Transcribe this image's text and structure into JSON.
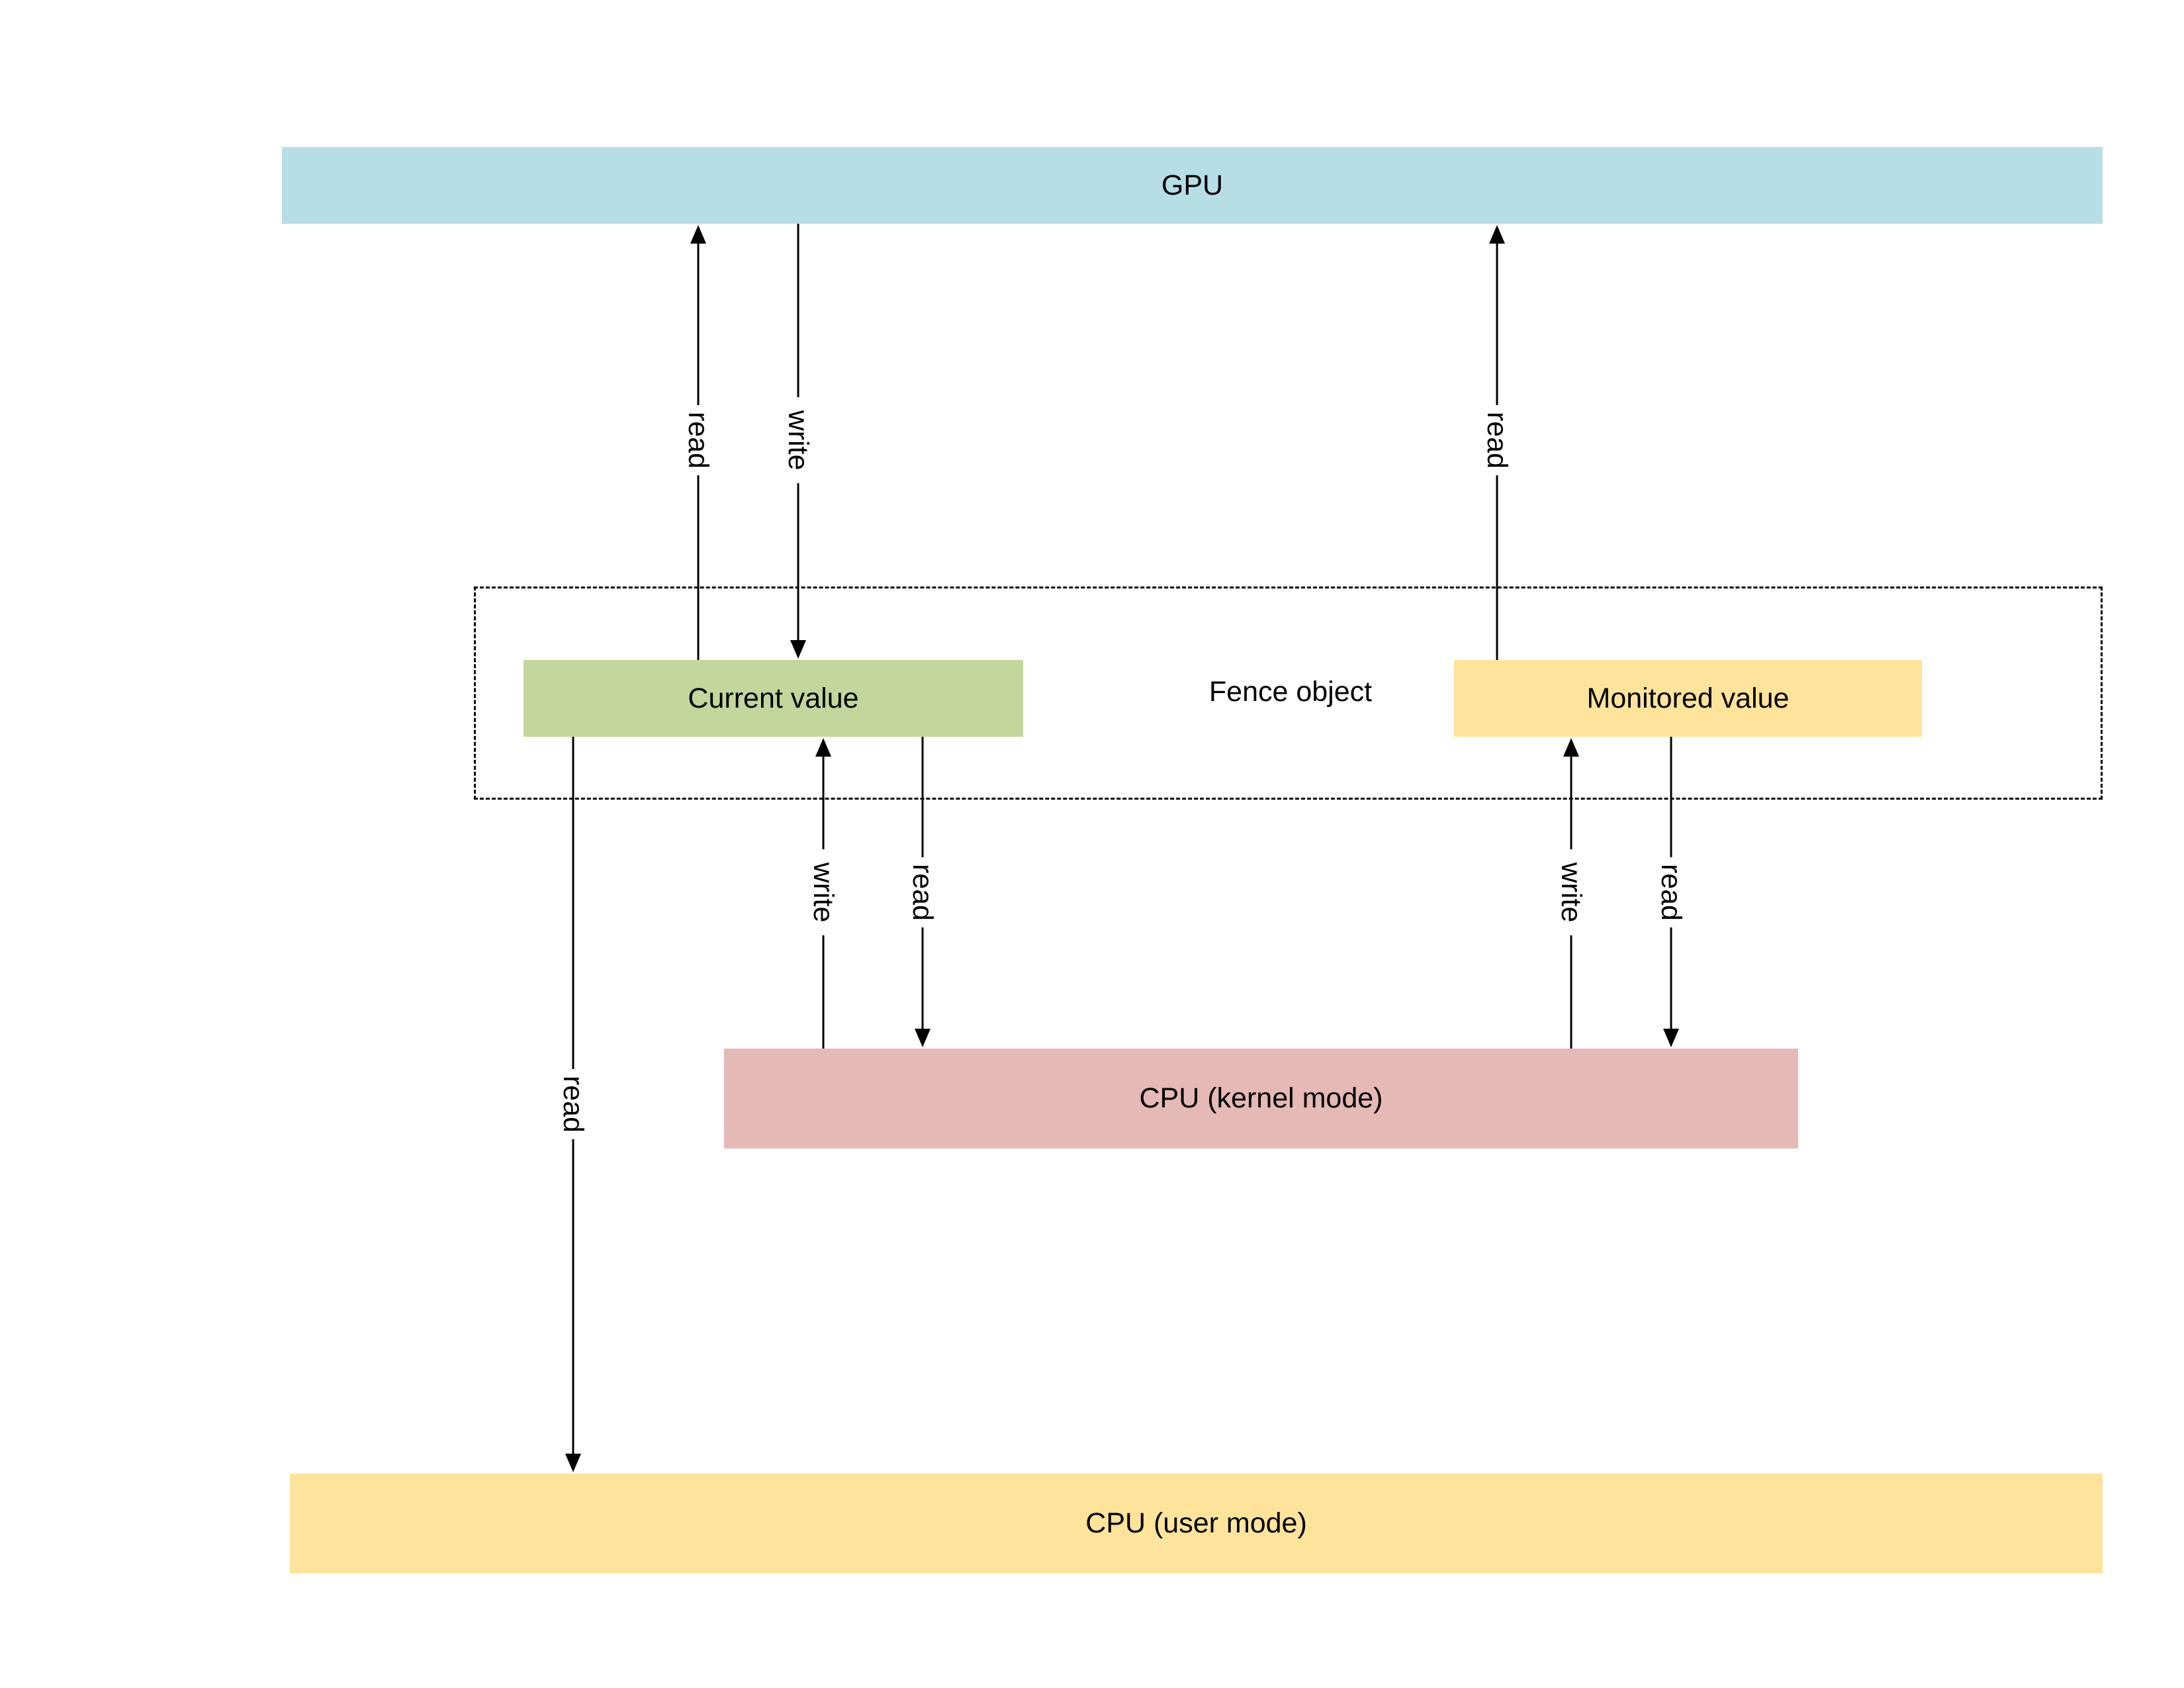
{
  "colors": {
    "gpu": "#b7dde7",
    "current_value": "#c3d69b",
    "monitored_value": "#fee39b",
    "cpu_kernel": "#e5b9b6",
    "cpu_user": "#fee39b",
    "line": "#000000"
  },
  "nodes": {
    "gpu": "GPU",
    "fence": "Fence object",
    "current_value": "Current value",
    "monitored_value": "Monitored value",
    "cpu_kernel": "CPU (kernel mode)",
    "cpu_user": "CPU (user mode)"
  },
  "edges": [
    {
      "id": "current-read-gpu",
      "from": "current_value",
      "to": "gpu",
      "label": "read"
    },
    {
      "id": "gpu-write-current",
      "from": "gpu",
      "to": "current_value",
      "label": "write"
    },
    {
      "id": "monitored-read-gpu",
      "from": "monitored_value",
      "to": "gpu",
      "label": "read"
    },
    {
      "id": "kernel-write-current",
      "from": "cpu_kernel",
      "to": "current_value",
      "label": "write"
    },
    {
      "id": "current-read-kernel",
      "from": "current_value",
      "to": "cpu_kernel",
      "label": "read"
    },
    {
      "id": "kernel-write-monitored",
      "from": "cpu_kernel",
      "to": "monitored_value",
      "label": "write"
    },
    {
      "id": "monitored-read-kernel",
      "from": "monitored_value",
      "to": "cpu_kernel",
      "label": "read"
    },
    {
      "id": "current-read-user",
      "from": "current_value",
      "to": "cpu_user",
      "label": "read"
    }
  ]
}
